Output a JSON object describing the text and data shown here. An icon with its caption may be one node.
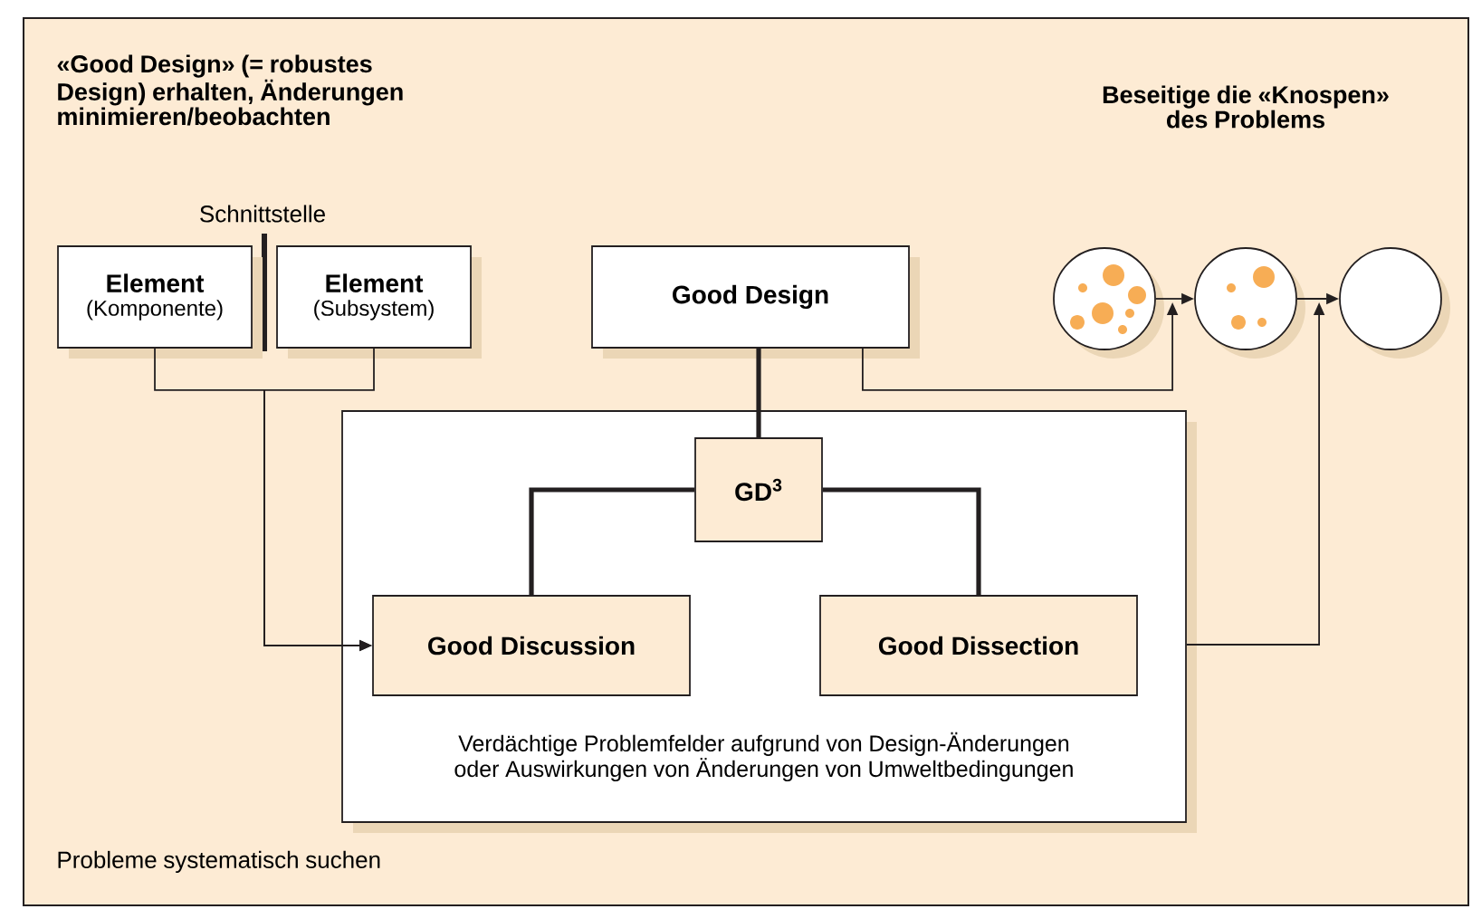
{
  "diagram": {
    "nodes": [
      {
        "text": [
          "Element",
          "(Komponente)"
        ]
      },
      {
        "text": [
          "Element",
          "(Subsystem)"
        ]
      },
      {
        "text": [
          "Good Design"
        ]
      },
      {
        "text": [],
        "shape": "circle"
      },
      {
        "text": [],
        "shape": "circle"
      },
      {
        "text": [],
        "shape": "circle"
      },
      {
        "text": [
          "Verdächtige Problemfelder aufgrund von Design-Änderungen oder Auswirkungen von Änderungen von Umweltbedingungen"
        ]
      },
      {
        "text": [
          "GD$^{3}$"
        ],
        "in": 6
      },
      {
        "text": [
          "Good Discussion"
        ],
        "in": 6
      },
      {
        "text": [
          "Good Dissection"
        ],
        "in": 6
      }
    ],
    "edges": [
      {
        "from": 0,
        "to": 8,
        "arrow": "to"
      },
      {
        "from": 1,
        "to": 8,
        "arrow": "to"
      },
      {
        "from": 2,
        "to": 7,
        "arrow": "none",
        "style": "thick"
      },
      {
        "from": 7,
        "to": 8,
        "arrow": "none",
        "style": "thick"
      },
      {
        "from": 7,
        "to": 9,
        "arrow": "none",
        "style": "thick"
      },
      {
        "from": 3,
        "to": 4,
        "arrow": "to"
      },
      {
        "from": 4,
        "to": 5,
        "arrow": "to"
      },
      {
        "from": 2,
        "to": 4,
        "arrow": "to"
      },
      {
        "from": 6,
        "to": 5,
        "arrow": "to"
      }
    ],
    "labels": [
      "«Good Design» (= robustes Design) erhalten, Änderungen minimieren/beobachten",
      "Beseitige die «Knospen» des Problems",
      "Schnittstelle",
      "Probleme systematisch suchen"
    ]
  }
}
